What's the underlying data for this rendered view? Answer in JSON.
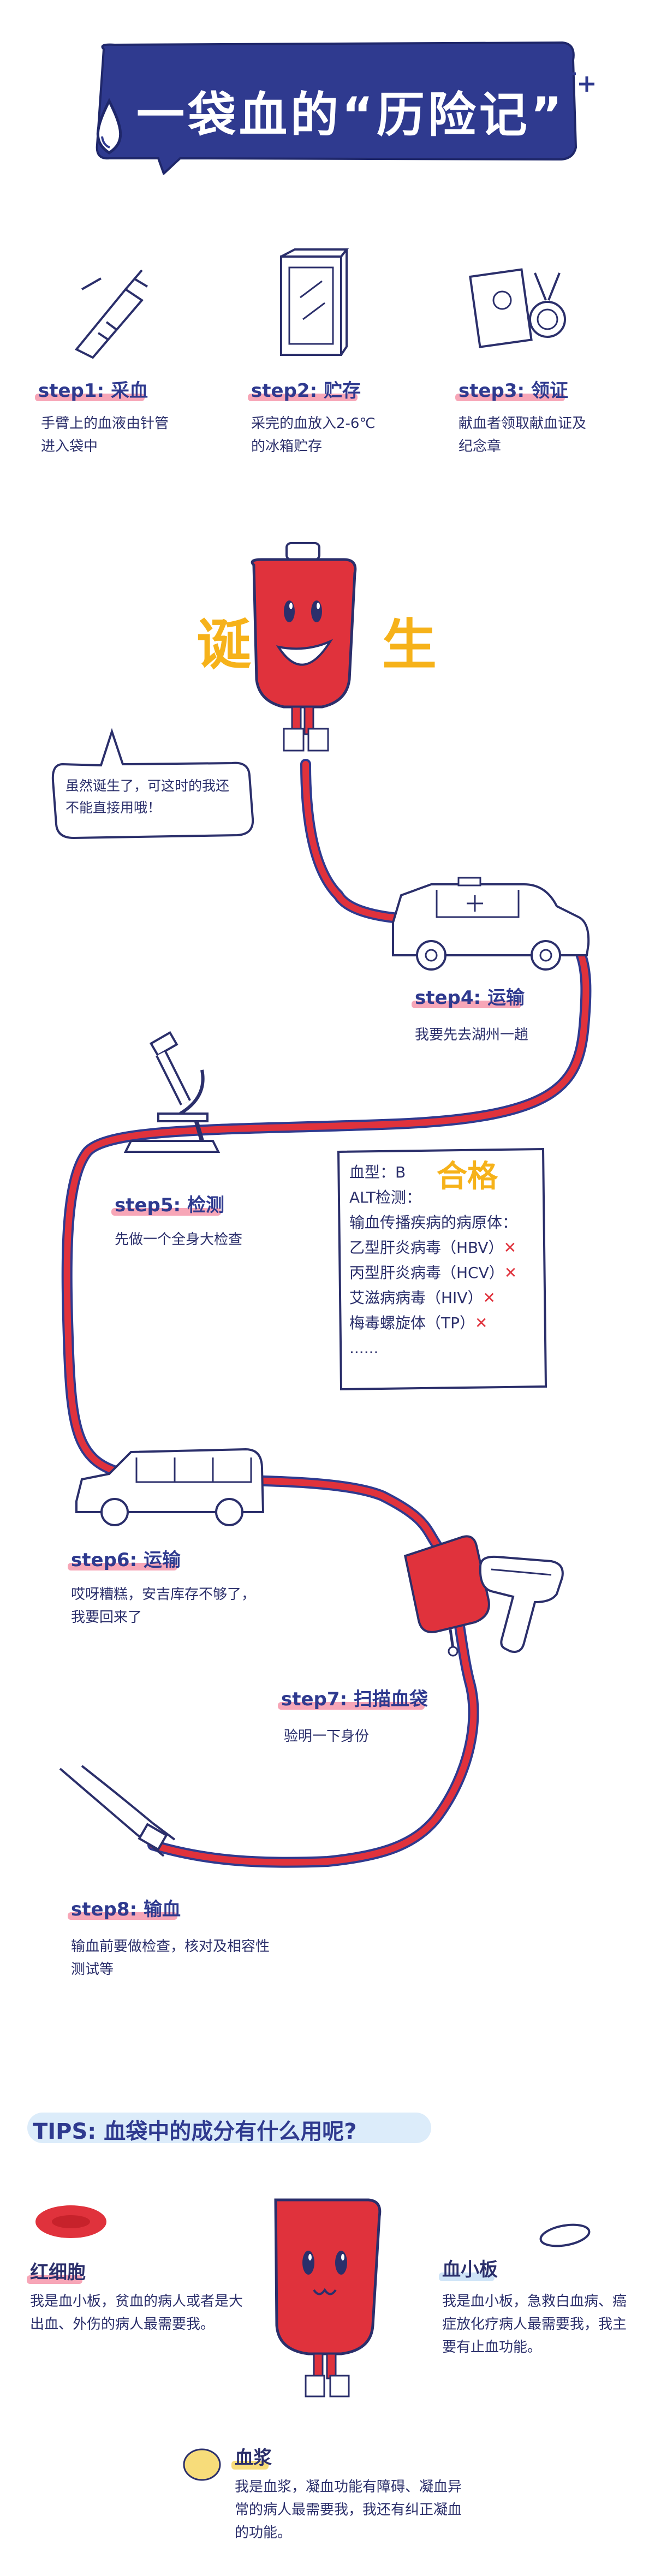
{
  "title": "一袋血的“历险记”",
  "steps": {
    "s1": {
      "label": "step1: 采血",
      "desc": "手臂上的血液由针管进入袋中"
    },
    "s2": {
      "label": "step2: 贮存",
      "desc": "采完的血放入2-6℃的冰箱贮存"
    },
    "s3": {
      "label": "step3: 领证",
      "desc": "献血者领取献血证及纪念章"
    },
    "s4": {
      "label": "step4: 运输",
      "desc": "我要先去湖州一趟"
    },
    "s5": {
      "label": "step5: 检测",
      "desc": "先做一个全身大检查"
    },
    "s6": {
      "label": "step6: 运输",
      "desc": "哎呀糟糕，安吉库存不够了，我要回来了"
    },
    "s7": {
      "label": "step7: 扫描血袋",
      "desc": "验明一下身份"
    },
    "s8": {
      "label": "step8: 输血",
      "desc": "输血前要做检查，核对及相容性测试等"
    }
  },
  "birth": {
    "char1": "诞",
    "char2": "生",
    "speech": "虽然诞生了，可这时的我还不能直接用哦！"
  },
  "checklist": {
    "pass": "合格",
    "lines": [
      "血型：B",
      "ALT检测：",
      "输血传播疾病的病原体：",
      "乙型肝炎病毒（HBV）",
      "丙型肝炎病毒（HCV）",
      "艾滋病病毒（HIV）",
      "梅毒螺旋体（TP）",
      "......"
    ],
    "marks": [
      "",
      "",
      "",
      "✕",
      "✕",
      "✕",
      "✕",
      ""
    ]
  },
  "tips": {
    "heading": "TIPS: 血袋中的成分有什么用呢?",
    "rbc": {
      "title": "红细胞",
      "desc": "我是血小板，贫血的病人或者是大出血、外伤的病人最需要我。"
    },
    "plt": {
      "title": "血小板",
      "desc": "我是血小板，急救白血病、癌症放化疗病人最需要我，我主要有止血功能。"
    },
    "plasma": {
      "title": "血浆",
      "desc": "我是血浆，凝血功能有障碍、凝血异常的病人最需要我，我还有纠正凝血的功能。"
    }
  },
  "colors": {
    "navy": "#2f3a8f",
    "red": "#e0323c",
    "yellow": "#f6b21a",
    "pink": "#f7a6b7"
  }
}
